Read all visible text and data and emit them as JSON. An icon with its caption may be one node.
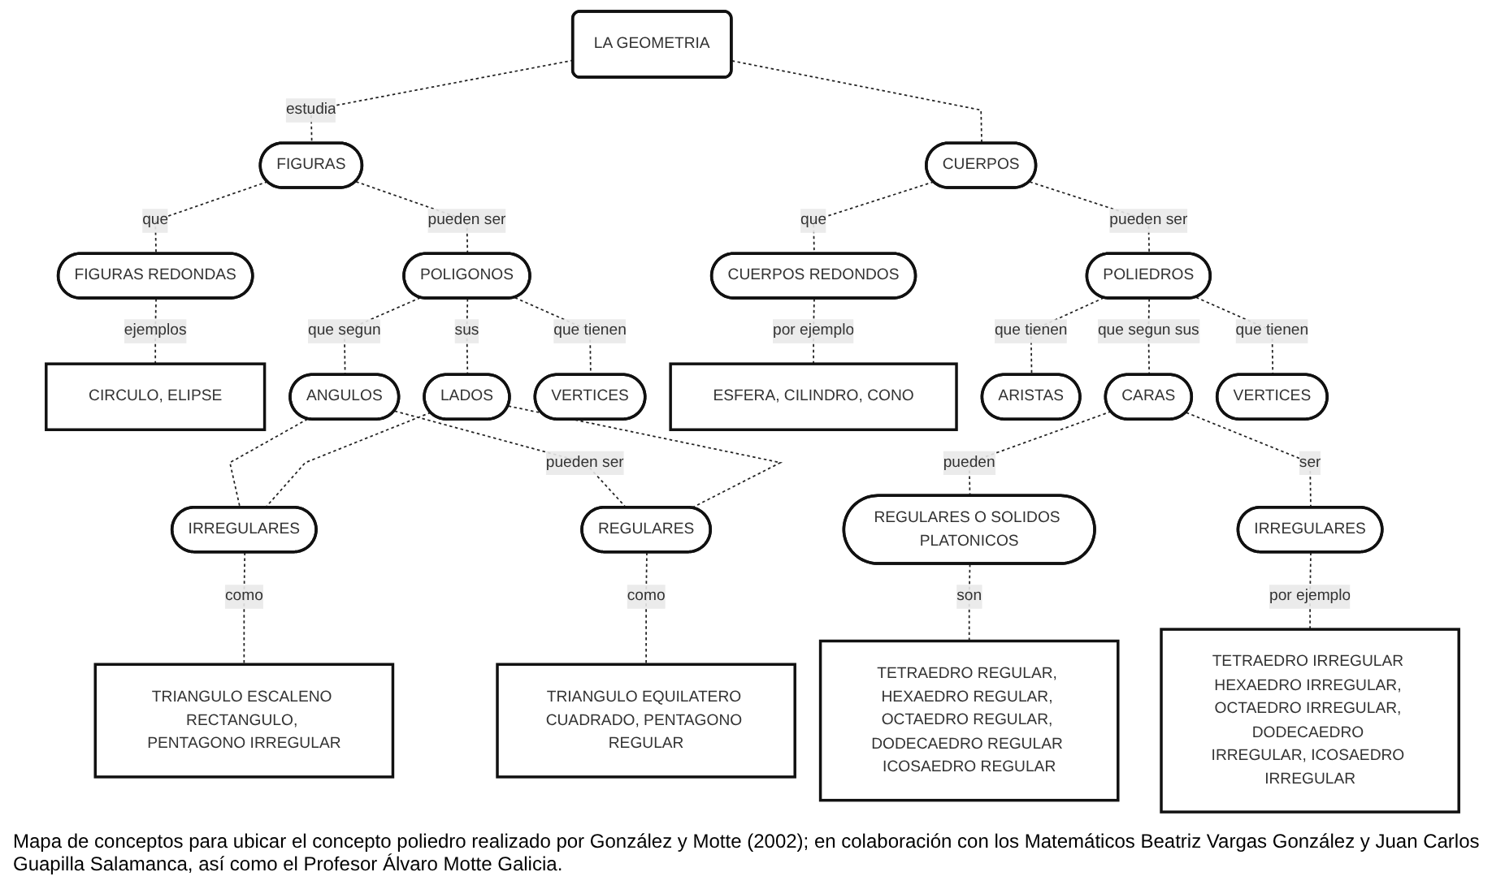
{
  "diagram": {
    "caption": "Mapa de conceptos para ubicar el concepto poliedro realizado por González y Motte (2002); en colaboración con los Matemáticos Beatriz  Vargas González y Juan Carlos Guapilla Salamanca, así como el Profesor Álvaro Motte Galicia.",
    "nodes": [
      {
        "text": [
          "LA GEOMETRIA"
        ]
      },
      {
        "text": [
          "FIGURAS"
        ]
      },
      {
        "text": [
          "CUERPOS"
        ]
      },
      {
        "text": [
          "FIGURAS REDONDAS"
        ]
      },
      {
        "text": [
          "POLIGONOS"
        ]
      },
      {
        "text": [
          "CIRCULO, ELIPSE"
        ]
      },
      {
        "text": [
          "ANGULOS"
        ]
      },
      {
        "text": [
          "LADOS"
        ]
      },
      {
        "text": [
          "VERTICES"
        ]
      },
      {
        "text": [
          "IRREGULARES"
        ]
      },
      {
        "text": [
          "REGULARES"
        ]
      },
      {
        "text": [
          "TRIANGULO ESCALENO RECTANGULO, PENTAGONO IRREGULAR"
        ]
      },
      {
        "text": [
          "TRIANGULO EQUILATERO CUADRADO, PENTAGONO REGULAR"
        ]
      },
      {
        "text": [
          "CUERPOS REDONDOS"
        ]
      },
      {
        "text": [
          "POLIEDROS"
        ]
      },
      {
        "text": [
          "ESFERA, CILINDRO, CONO"
        ]
      },
      {
        "text": [
          "ARISTAS"
        ]
      },
      {
        "text": [
          "CARAS"
        ]
      },
      {
        "text": [
          "VERTICES"
        ]
      },
      {
        "text": [
          "REGULARES O SOLIDOS PLATONICOS"
        ]
      },
      {
        "text": [
          "IRREGULARES"
        ]
      },
      {
        "text": [
          "TETRAEDRO REGULAR, HEXAEDRO REGULAR, OCTAEDRO REGULAR, DODECAEDRO REGULAR ICOSAEDRO REGULAR"
        ]
      },
      {
        "text": [
          "TETRAEDRO IRREGULAR HEXAEDRO IRREGULAR, OCTAEDRO IRREGULAR, DODECAEDRO IRREGULAR, ICOSAEDRO IRREGULAR"
        ]
      }
    ],
    "edges": [
      {
        "from": 0,
        "to": 1,
        "arrow": "none",
        "label": "estudia",
        "style": "dashed"
      },
      {
        "from": 0,
        "to": 2,
        "arrow": "none",
        "style": "dashed"
      },
      {
        "from": 1,
        "to": 3,
        "arrow": "none",
        "label": "que",
        "style": "dashed"
      },
      {
        "from": 1,
        "to": 4,
        "arrow": "none",
        "label": "pueden ser",
        "style": "dashed"
      },
      {
        "from": 3,
        "to": 5,
        "arrow": "none",
        "label": "ejemplos",
        "style": "dashed"
      },
      {
        "from": 4,
        "to": 6,
        "arrow": "none",
        "label": "que segun",
        "style": "dashed"
      },
      {
        "from": 4,
        "to": 7,
        "arrow": "none",
        "label": "sus",
        "style": "dashed"
      },
      {
        "from": 4,
        "to": 8,
        "arrow": "none",
        "label": "que tienen",
        "style": "dashed"
      },
      {
        "from": 6,
        "to": 9,
        "arrow": "none",
        "style": "dashed"
      },
      {
        "from": 6,
        "to": 10,
        "arrow": "none",
        "label": "pueden ser",
        "style": "dashed"
      },
      {
        "from": 7,
        "to": 9,
        "arrow": "none",
        "style": "dashed"
      },
      {
        "from": 7,
        "to": 10,
        "arrow": "none",
        "style": "dashed"
      },
      {
        "from": 9,
        "to": 11,
        "arrow": "none",
        "label": "como",
        "style": "dashed"
      },
      {
        "from": 10,
        "to": 12,
        "arrow": "none",
        "label": "como",
        "style": "dashed"
      },
      {
        "from": 2,
        "to": 13,
        "arrow": "none",
        "label": "que",
        "style": "dashed"
      },
      {
        "from": 2,
        "to": 14,
        "arrow": "none",
        "label": "pueden ser",
        "style": "dashed"
      },
      {
        "from": 13,
        "to": 15,
        "arrow": "none",
        "label": "por ejemplo",
        "style": "dashed"
      },
      {
        "from": 14,
        "to": 16,
        "arrow": "none",
        "label": "que tienen",
        "style": "dashed"
      },
      {
        "from": 14,
        "to": 17,
        "arrow": "none",
        "label": "que segun sus",
        "style": "dashed"
      },
      {
        "from": 14,
        "to": 18,
        "arrow": "none",
        "label": "que tienen",
        "style": "dashed"
      },
      {
        "from": 17,
        "to": 19,
        "arrow": "none",
        "label": "pueden",
        "style": "dashed"
      },
      {
        "from": 17,
        "to": 20,
        "arrow": "none",
        "label": "ser",
        "style": "dashed"
      },
      {
        "from": 19,
        "to": 21,
        "arrow": "none",
        "label": "son",
        "style": "dashed"
      },
      {
        "from": 20,
        "to": 22,
        "arrow": "none",
        "label": "por ejemplo",
        "style": "dashed"
      }
    ]
  }
}
